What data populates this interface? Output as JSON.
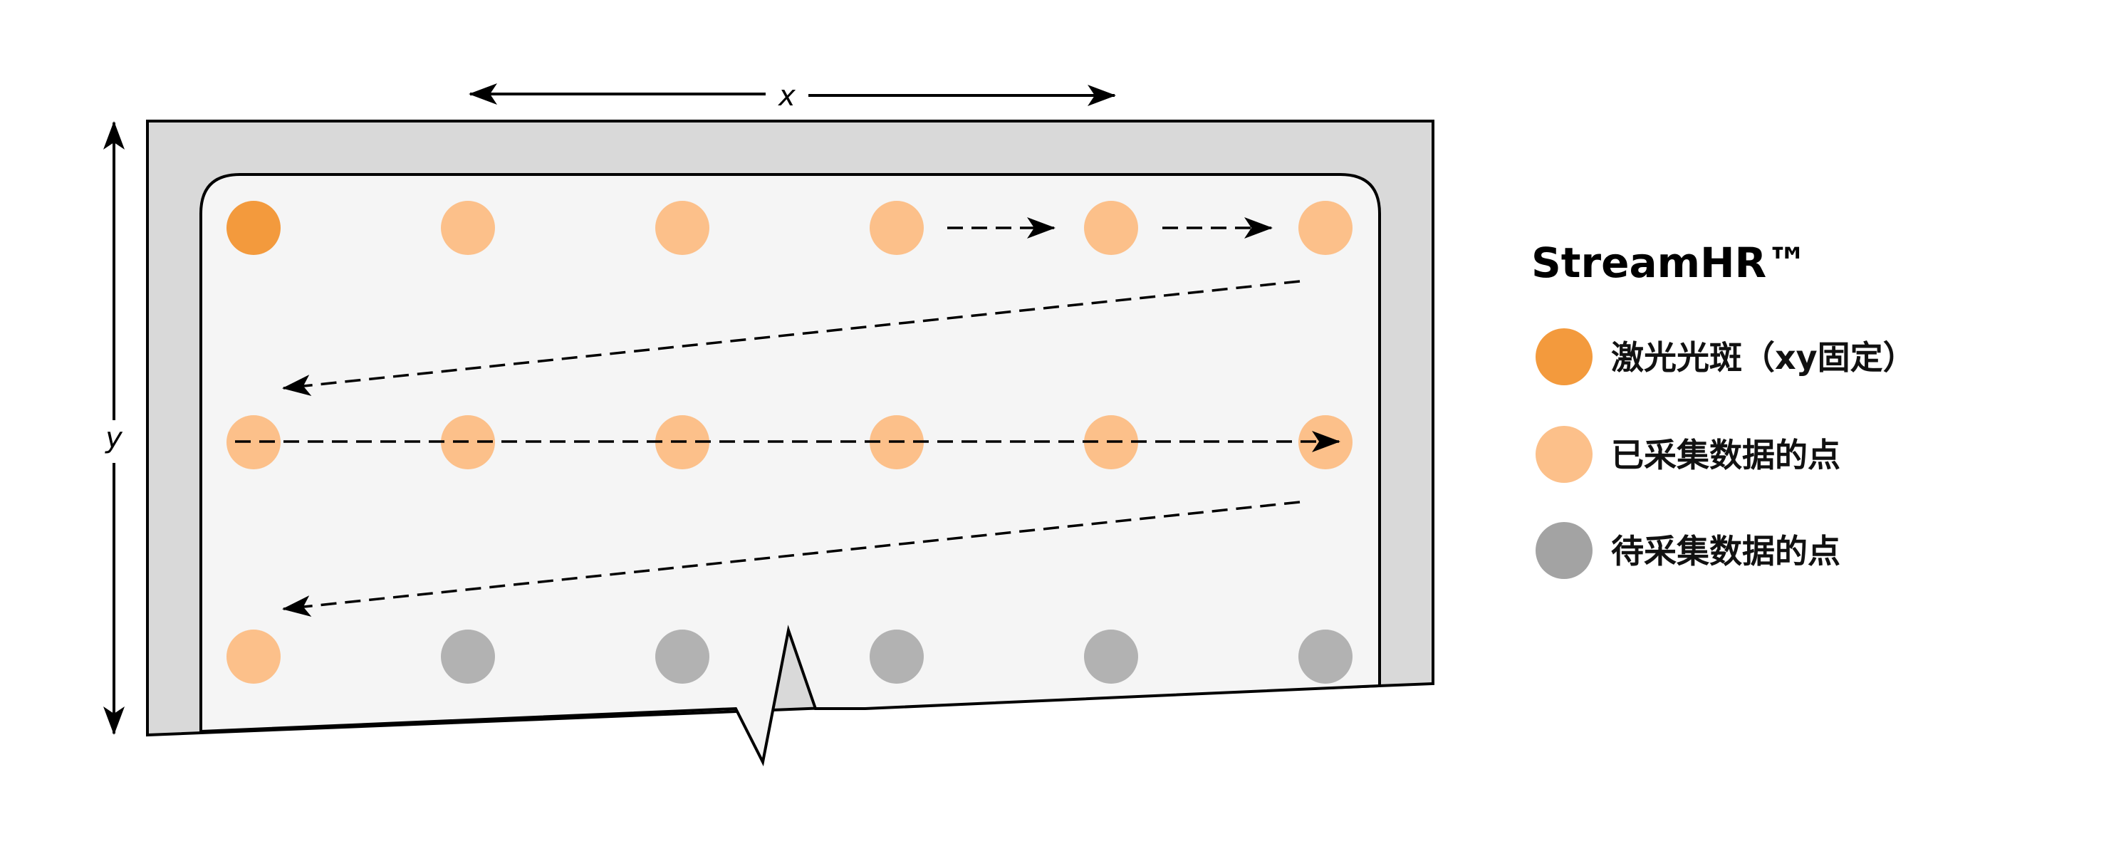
{
  "axes": {
    "x_label": "x",
    "y_label": "y"
  },
  "legend": {
    "title": "StreamHR™",
    "items": [
      {
        "label": "激光光斑（xy固定）",
        "color": "#f39a3d"
      },
      {
        "label": "已采集数据的点",
        "color": "#fcc08a"
      },
      {
        "label": "待采集数据的点",
        "color": "#a3a3a3"
      }
    ]
  },
  "grid": {
    "rows": 3,
    "cols": 6,
    "states": [
      [
        "laser",
        "collected",
        "collected",
        "collected",
        "collected",
        "collected"
      ],
      [
        "collected",
        "collected",
        "collected",
        "collected",
        "collected",
        "collected"
      ],
      [
        "collected",
        "pending",
        "pending",
        "pending",
        "pending",
        "pending"
      ]
    ]
  },
  "colors": {
    "laser": "#f39a3d",
    "collected": "#fcc08a",
    "pending": "#b2b2b2",
    "frame": "#d9d9d9",
    "sample": "#f5f5f5",
    "stroke": "#000000"
  }
}
